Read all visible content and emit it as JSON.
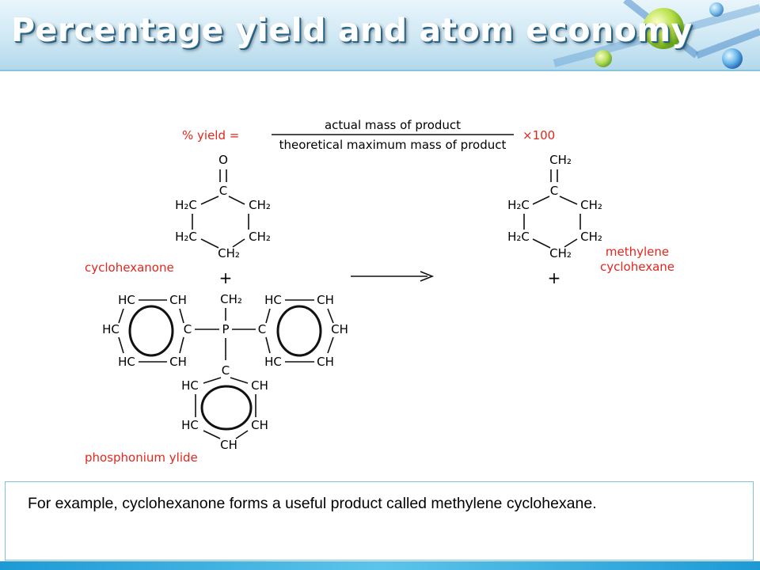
{
  "slide": {
    "title": "Percentage yield and atom economy",
    "caption": "For example, cyclohexanone forms a useful product called methylene cyclohexane."
  },
  "colors": {
    "label_red": "#e3261d",
    "bond": "#111111",
    "caption_border": "#7fc0dc",
    "footer_blue": "#1d9ad6"
  },
  "equation": {
    "lhs": "% yield =",
    "numerator": "actual mass of product",
    "denominator": "theoretical maximum mass of product",
    "multiplier": "×100"
  },
  "labels": {
    "cyclohexanone": "cyclohexanone",
    "ylide": "phosphonium ylide",
    "product_line1": "methylene",
    "product_line2": "cyclohexane"
  },
  "plus": "+",
  "atoms": {
    "O": "O",
    "C": "C",
    "P": "P",
    "H2C": "H₂C",
    "CH2": "CH₂",
    "HC": "HC",
    "CH": "CH"
  }
}
